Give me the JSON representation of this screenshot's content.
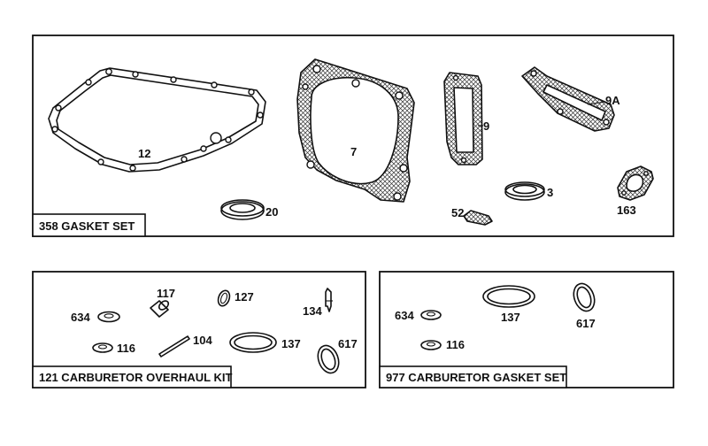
{
  "panels": {
    "gasket_set": {
      "title": "358  GASKET SET",
      "parts": [
        "12",
        "7",
        "9",
        "9A",
        "20",
        "52",
        "3",
        "163"
      ]
    },
    "carb_overhaul": {
      "title": "121  CARBURETOR OVERHAUL KIT",
      "parts": [
        "117",
        "127",
        "134",
        "634",
        "116",
        "104",
        "137",
        "617"
      ]
    },
    "carb_gasket": {
      "title": "977  CARBURETOR GASKET SET",
      "parts": [
        "634",
        "137",
        "617",
        "116"
      ]
    }
  }
}
